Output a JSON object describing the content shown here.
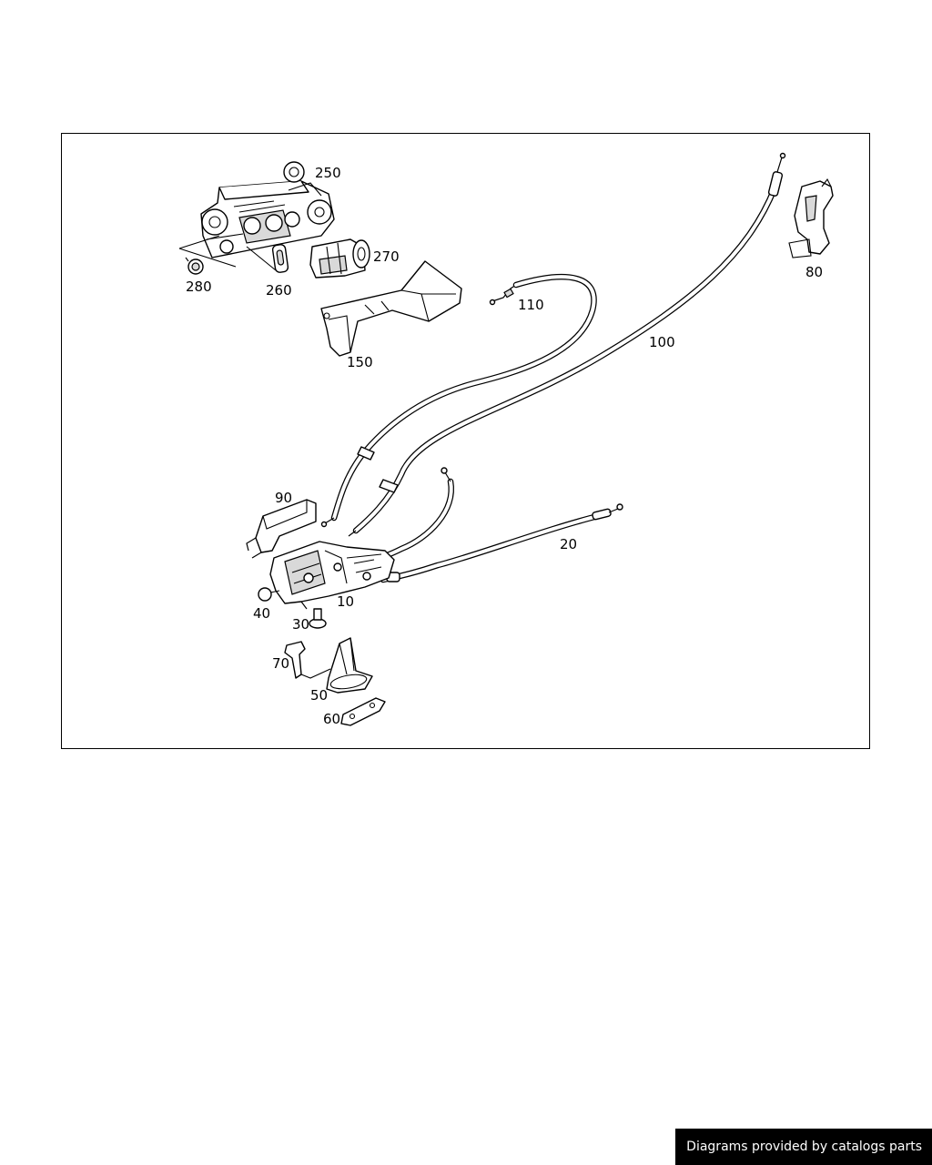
{
  "diagram": {
    "callouts": {
      "c250": "250",
      "c270": "270",
      "c280": "280",
      "c260": "260",
      "c110": "110",
      "c150": "150",
      "c100": "100",
      "c80": "80",
      "c90": "90",
      "c20": "20",
      "c10": "10",
      "c40": "40",
      "c30": "30",
      "c70": "70",
      "c50": "50",
      "c60": "60"
    }
  },
  "footer": {
    "credit": "Diagrams provided by catalogs parts"
  }
}
